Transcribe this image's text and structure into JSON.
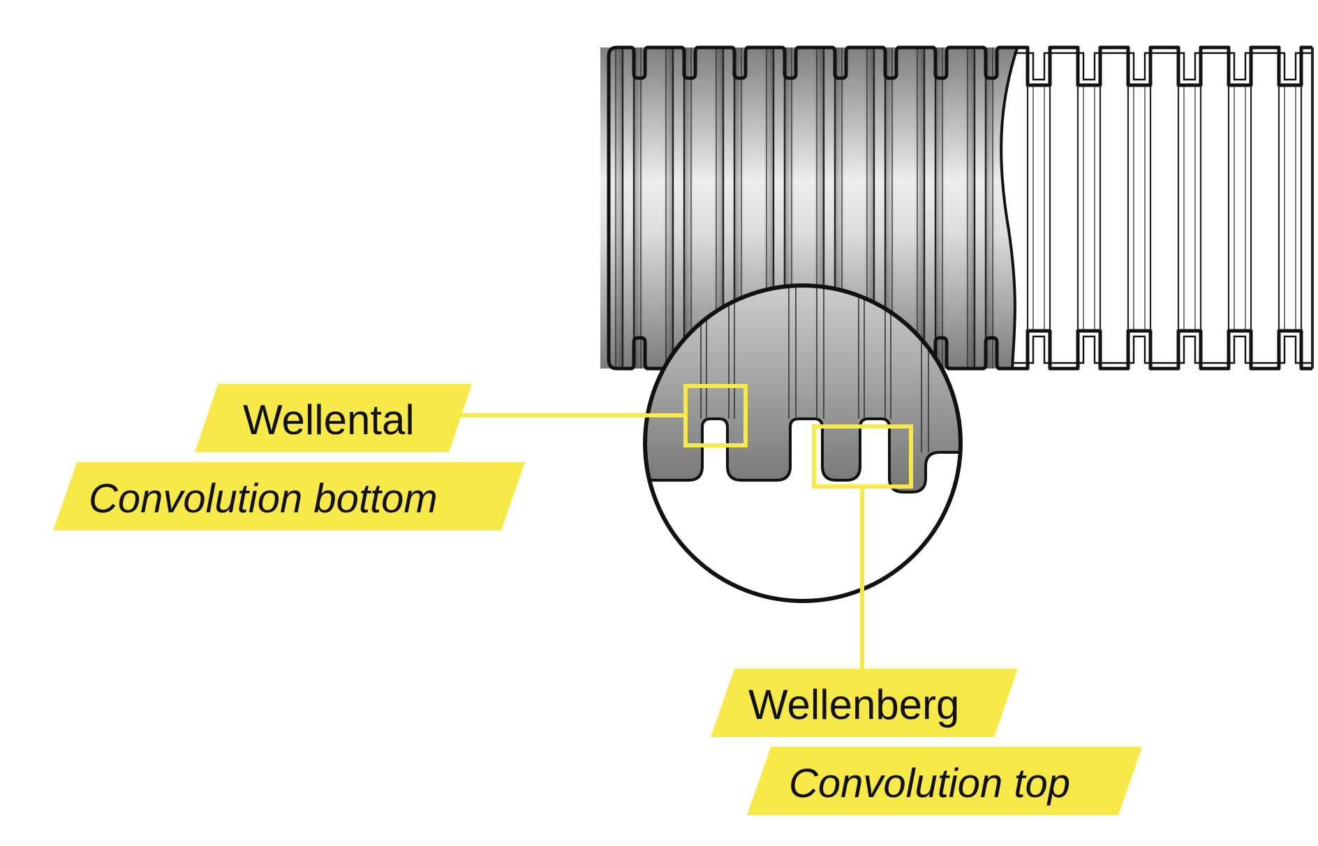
{
  "labels": {
    "valley_de": "Wellental",
    "valley_en": "Convolution bottom",
    "crest_de": "Wellenberg",
    "crest_en": "Convolution top"
  },
  "colors": {
    "accent": "#f7e94a",
    "outline": "#111111",
    "pipe_light": "#f4f4f4",
    "pipe_dark": "#7d7d7d",
    "background": "#ffffff"
  }
}
